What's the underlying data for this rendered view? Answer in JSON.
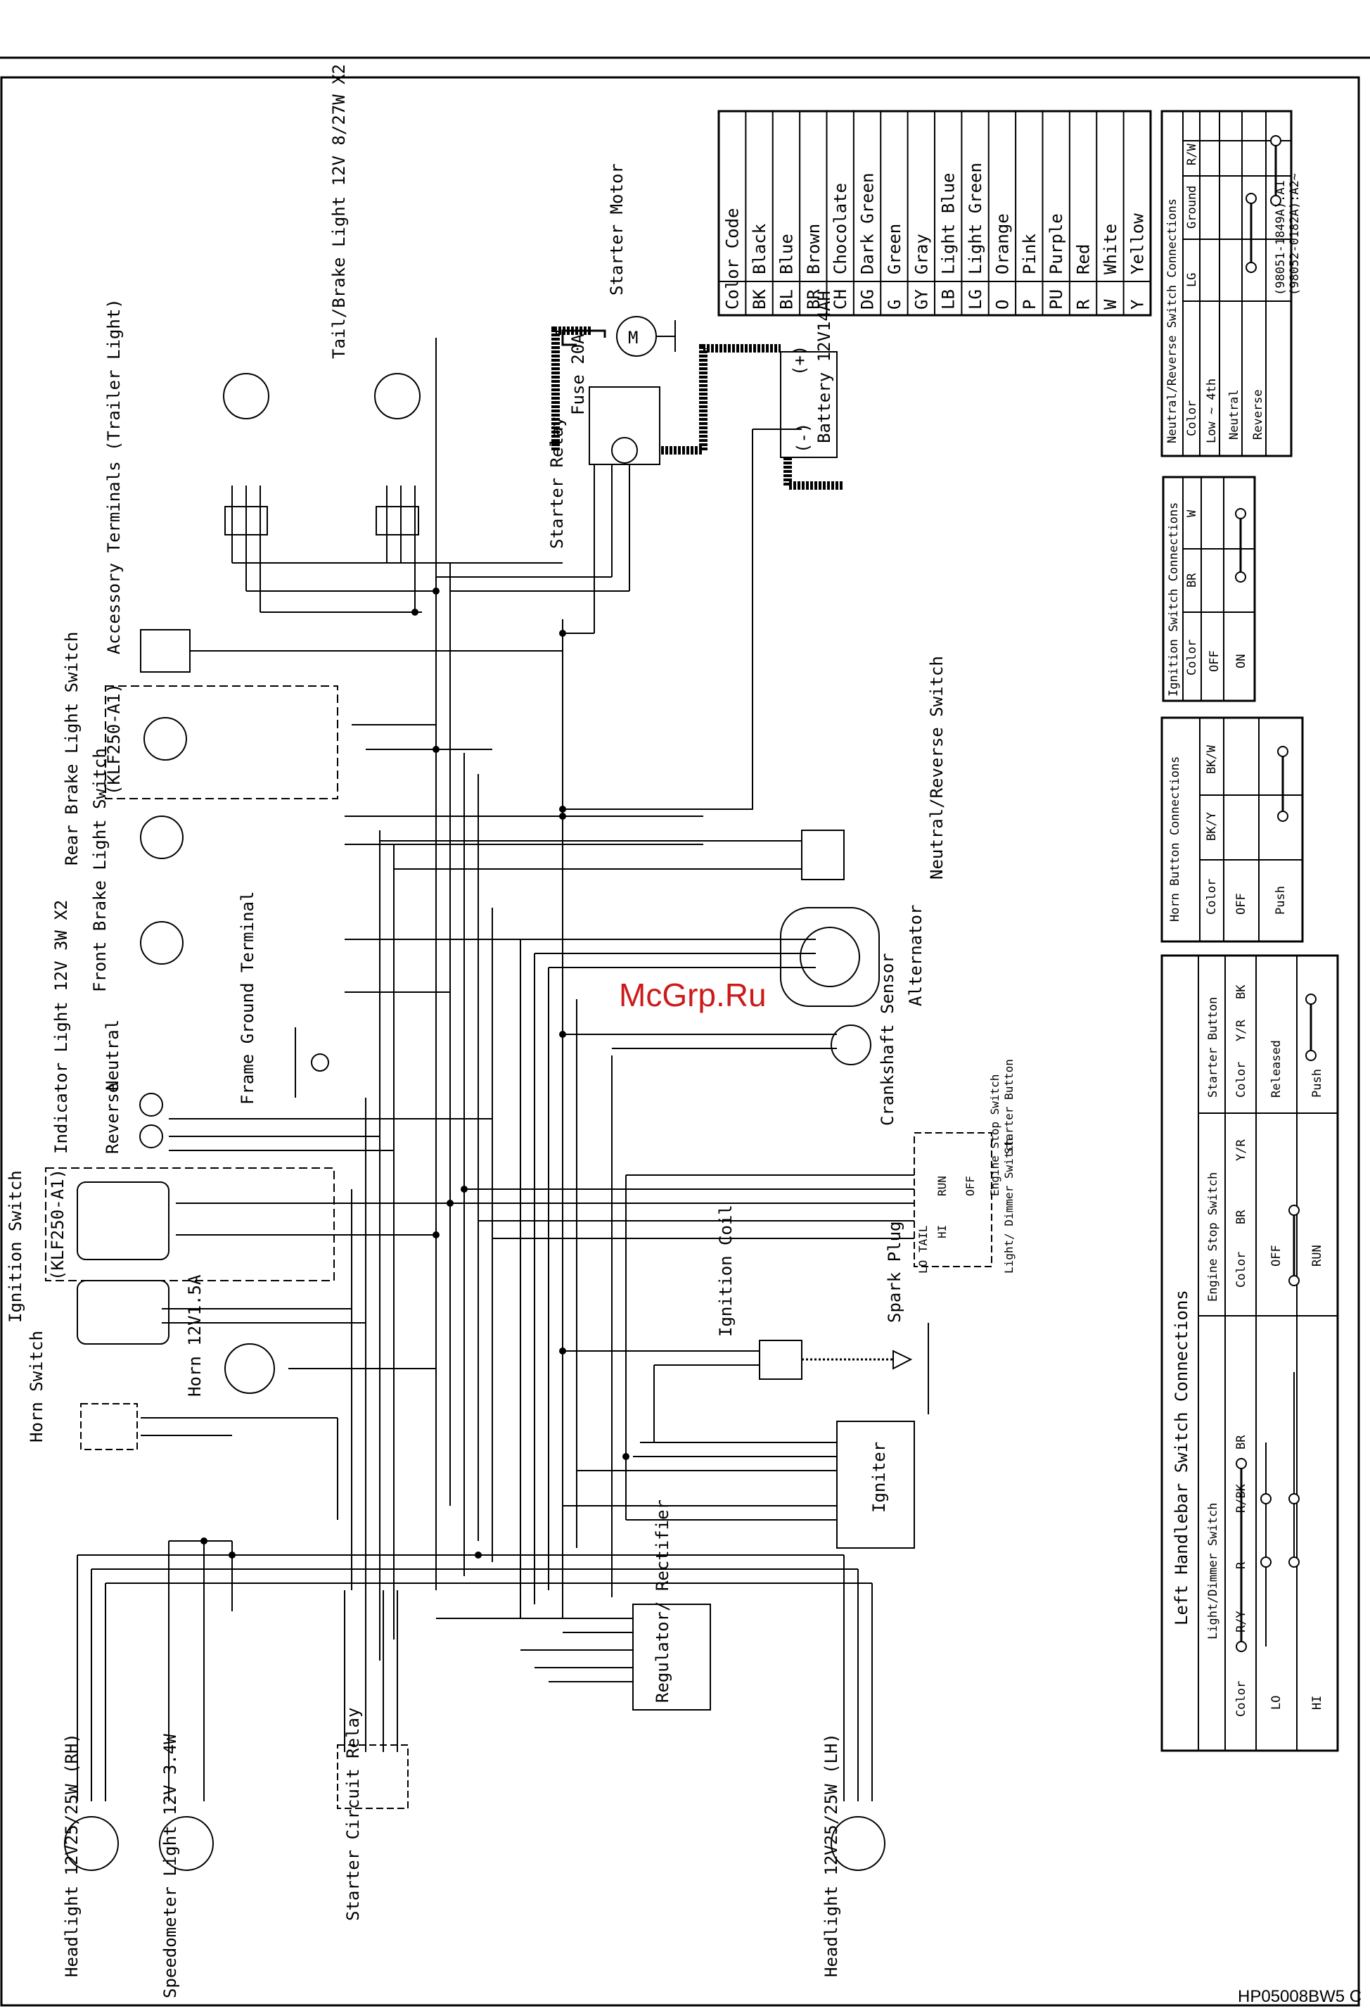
{
  "watermark": "McGrp.Ru",
  "figure_code": "HP05008BW5 C",
  "color_code": {
    "title": "Color Code",
    "entries": [
      {
        "code": "BK",
        "name": "Black"
      },
      {
        "code": "BL",
        "name": "Blue"
      },
      {
        "code": "BR",
        "name": "Brown"
      },
      {
        "code": "CH",
        "name": "Chocolate"
      },
      {
        "code": "DG",
        "name": "Dark Green"
      },
      {
        "code": "G",
        "name": "Green"
      },
      {
        "code": "GY",
        "name": "Gray"
      },
      {
        "code": "LB",
        "name": "Light Blue"
      },
      {
        "code": "LG",
        "name": "Light Green"
      },
      {
        "code": "O",
        "name": "Orange"
      },
      {
        "code": "P",
        "name": "Pink"
      },
      {
        "code": "PU",
        "name": "Purple"
      },
      {
        "code": "R",
        "name": "Red"
      },
      {
        "code": "W",
        "name": "White"
      },
      {
        "code": "Y",
        "name": "Yellow"
      }
    ]
  },
  "neutral_reverse_table": {
    "title": "Neutral/Reverse Switch Connections",
    "headers": [
      "Color",
      "LG",
      "Ground",
      "R/W"
    ],
    "rows": [
      "Low ~ 4th",
      "Neutral",
      "Reverse"
    ],
    "notes": [
      "(98051-1849A):A1",
      "(98052-0182A):A2~"
    ]
  },
  "ignition_table": {
    "title": "Ignition Switch Connections",
    "headers": [
      "Color",
      "BR",
      "W"
    ],
    "rows": [
      "OFF",
      "ON"
    ]
  },
  "horn_table": {
    "title": "Horn Button Connections",
    "headers": [
      "Color",
      "BK/Y",
      "BK/W"
    ],
    "rows": [
      "OFF",
      "Push"
    ]
  },
  "left_handlebar": {
    "title": "Left Handlebar Switch Connections",
    "light_dimmer": {
      "title": "Light/Dimmer Switch",
      "headers": [
        "Color",
        "R/Y",
        "R",
        "R/BK",
        "BR"
      ],
      "rows": [
        "LO",
        "HI"
      ]
    },
    "engine_stop": {
      "title": "Engine Stop Switch",
      "headers": [
        "Color",
        "BR",
        "Y/R"
      ],
      "rows": [
        "OFF",
        "RUN"
      ]
    },
    "starter_button": {
      "title": "Starter Button",
      "headers": [
        "Color",
        "Y/R",
        "BK"
      ],
      "rows": [
        "Released",
        "Push"
      ]
    }
  },
  "components": {
    "starter_motor": "Starter Motor",
    "motor_symbol": "M",
    "fuse": "Fuse 20A",
    "battery": "Battery 12V14AH",
    "battery_plus": "(+)",
    "battery_minus": "(-)",
    "starter_relay": "Starter Relay",
    "tail_brake": "Tail/Brake Light 12V 8/27W X2",
    "accessory": "Accessory Terminals (Trailer Light)",
    "rear_brake_klf": "(KLF250-A1)",
    "rear_brake_switch": "Rear Brake Light Switch",
    "front_brake_switch": "Front Brake Light Switch",
    "neutral_reverse_switch": "Neutral/Reverse Switch",
    "alternator": "Alternator",
    "crankshaft_sensor": "Crankshaft Sensor",
    "indicator_light": "Indicator Light 12V 3W X2",
    "reverse": "Reverse",
    "neutral": "Neutral",
    "frame_ground": "Frame Ground Terminal",
    "ignition_klf": "(KLF250-A1)",
    "ignition_switch": "Ignition Switch",
    "horn": "Horn 12V1.5A",
    "horn_switch": "Horn Switch",
    "ignition_coil": "Ignition Coil",
    "spark_plug": "Spark Plug",
    "igniter": "Igniter",
    "starter_button": "Starter Button",
    "engine_stop": "Engine Stop Switch",
    "light_dimmer": "Light/ Dimmer Switch",
    "regulator": "Regulator/ Rectifier",
    "starter_circuit_relay": "Starter Circuit Relay",
    "headlight_rh": "Headlight 12V25/25W (RH)",
    "speedometer": "Speedometer Light 12V 3.4W",
    "headlight_lh": "Headlight 12V25/25W (LH)",
    "sw_run": "RUN",
    "sw_off": "OFF",
    "sw_tail": "TAIL",
    "sw_hi": "HI",
    "sw_lo": "LO"
  }
}
